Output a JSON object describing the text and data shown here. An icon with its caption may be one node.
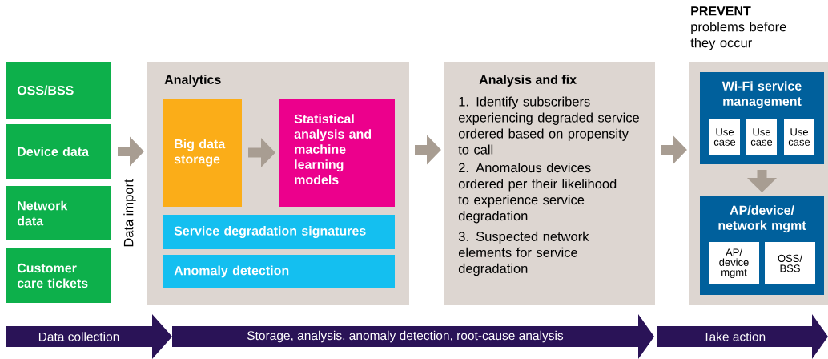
{
  "diagram": {
    "nodes": [
      {
        "text": [
          "OSS/BSS"
        ]
      },
      {
        "text": [
          "Device data"
        ]
      },
      {
        "text": [
          "Network data"
        ]
      },
      {
        "text": [
          "Customer care tickets"
        ]
      },
      {
        "text": [
          "Analytics"
        ]
      },
      {
        "text": [
          "Big data storage"
        ],
        "in": 4
      },
      {
        "text": [
          "Statistical analysis and machine learning models"
        ],
        "in": 4
      },
      {
        "text": [
          "Service degradation signatures"
        ],
        "in": 4
      },
      {
        "text": [
          "Anomaly detection"
        ],
        "in": 4
      },
      {
        "text": [
          "Analysis and fix",
          "1. Identify subscribers experiencing degraded service ordered based on propensity to call",
          "2. Anomalous devices ordered per their likelihood to experience service degradation",
          "3. Suspected network elements for service degradation"
        ]
      },
      {
        "text": [
          "PREVENT",
          "problems before they occur"
        ]
      },
      {
        "text": [
          "Wi-Fi service management"
        ],
        "in": 10
      },
      {
        "text": [
          "Use case"
        ],
        "in": 11
      },
      {
        "text": [
          "Use case"
        ],
        "in": 11
      },
      {
        "text": [
          "Use case"
        ],
        "in": 11
      },
      {
        "text": [
          "AP/device/ network mgmt"
        ],
        "in": 10
      },
      {
        "text": [
          "AP/ device mgmt"
        ],
        "in": 15
      },
      {
        "text": [
          "OSS/ BSS"
        ],
        "in": 15
      },
      {
        "text": [
          "Data collection"
        ]
      },
      {
        "text": [
          "Storage, analysis, anomaly detection, root-cause analysis"
        ]
      },
      {
        "text": [
          "Take action"
        ]
      }
    ],
    "edges": [
      {
        "from": 1,
        "to": 4,
        "arrow": "to",
        "label": "Data import"
      },
      {
        "from": 5,
        "to": 6,
        "arrow": "to"
      },
      {
        "from": 4,
        "to": 9,
        "arrow": "to"
      },
      {
        "from": 9,
        "to": 10,
        "arrow": "to"
      },
      {
        "from": 11,
        "to": 15,
        "arrow": "to"
      }
    ]
  }
}
